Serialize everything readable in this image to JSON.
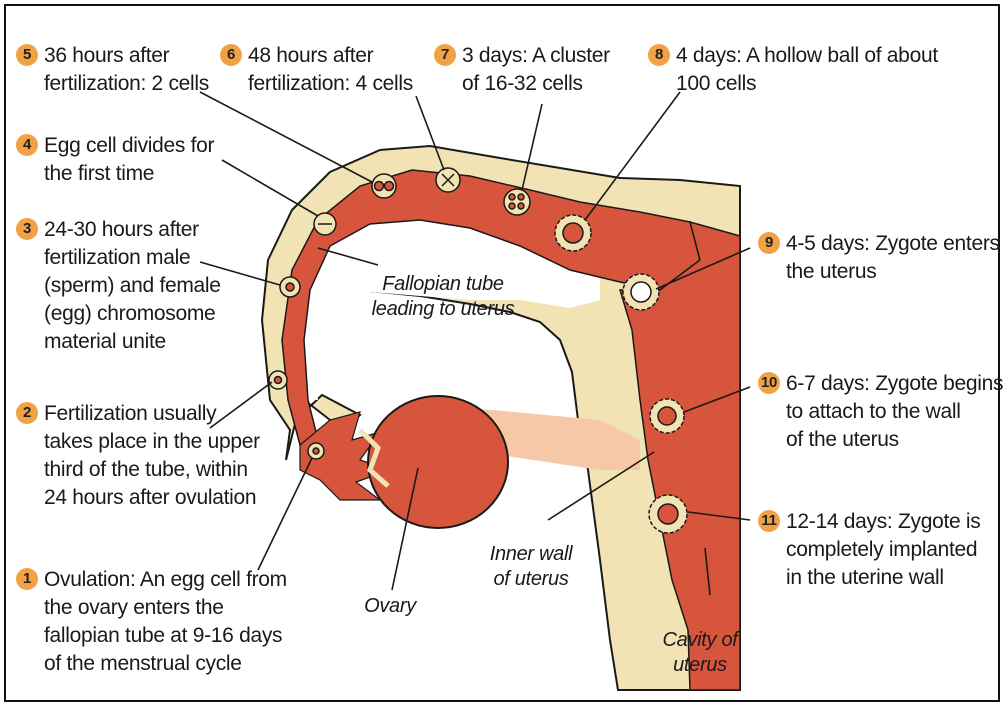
{
  "colors": {
    "tissue": "#f2e3b5",
    "tube": "#d7553c",
    "tube_dark": "#b8432d",
    "badge": "#f0a244",
    "line": "#1a1a1a"
  },
  "steps": [
    {
      "num": "1",
      "text": "Ovulation: An egg cell from\nthe ovary enters the\nfallopian tube at 9-16 days\nof the menstrual cycle"
    },
    {
      "num": "2",
      "text": "Fertilization usually\ntakes place in the upper\nthird of the tube, within\n24 hours after ovulation"
    },
    {
      "num": "3",
      "text": "24-30 hours after\nfertilization male\n(sperm) and female\n(egg) chromosome\nmaterial unite"
    },
    {
      "num": "4",
      "text": "Egg cell divides for\nthe first time"
    },
    {
      "num": "5",
      "text": "36 hours after\nfertilization: 2 cells"
    },
    {
      "num": "6",
      "text": "48 hours after\nfertilization: 4 cells"
    },
    {
      "num": "7",
      "text": "3 days: A cluster\nof 16-32 cells"
    },
    {
      "num": "8",
      "text": "4 days: A hollow ball of about\n100 cells"
    },
    {
      "num": "9",
      "text": "4-5 days: Zygote enters\nthe uterus"
    },
    {
      "num": "10",
      "text": "6-7 days: Zygote begins\nto attach to the wall\nof the uterus"
    },
    {
      "num": "11",
      "text": "12-14 days: Zygote is\ncompletely implanted\nin the uterine wall"
    }
  ],
  "labels": {
    "fallopian": "Fallopian tube\nleading to uterus",
    "ovary": "Ovary",
    "inner_wall": "Inner wall\nof uterus",
    "cavity": "Cavity of\nuterus"
  }
}
